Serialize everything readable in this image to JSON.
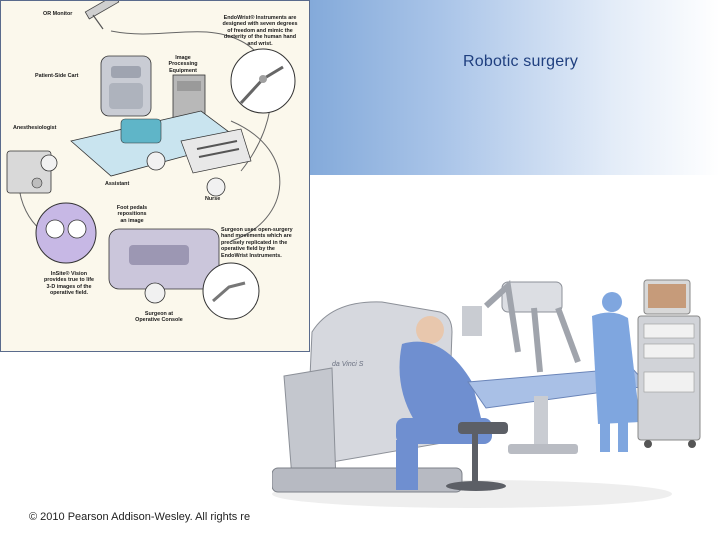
{
  "slide": {
    "title": "Robotic surgery",
    "copyright": "© 2010 Pearson Addison-Wesley. All rights re"
  },
  "diagram": {
    "labels": {
      "or_monitor": "OR Monitor",
      "endowrist_note": "EndoWrist® Instruments are\ndesigned with seven degrees\nof freedom and mimic the\ndexterity of the human hand\nand wrist.",
      "image_processing": "Image\nProcessing\nEquipment",
      "patient_side_cart": "Patient-Side Cart",
      "anesthesiologist": "Anesthesiologist",
      "assistant": "Assistant",
      "nurse": "Nurse",
      "foot_pedals": "Foot pedals\nrepositions\nan image",
      "surgeon_uses": "Surgeon uses open-surgery\nhand movements which are\nprecisely replicated in the\noperative field by the\nEndoWrist Instruments.",
      "insite_vision": "InSite® Vision\nprovides true to life\n3-D images of the\noperative field.",
      "surgeon_console": "Surgeon at\nOperative Console"
    }
  },
  "photo": {
    "console_brand": "da Vinci S"
  },
  "colors": {
    "title_text": "#1f3f7f",
    "band_start": "#7ea6d8",
    "diagram_bg": "#fbf8ec",
    "scrubs": "#6f8fd0",
    "machine": "#d6d8de"
  }
}
